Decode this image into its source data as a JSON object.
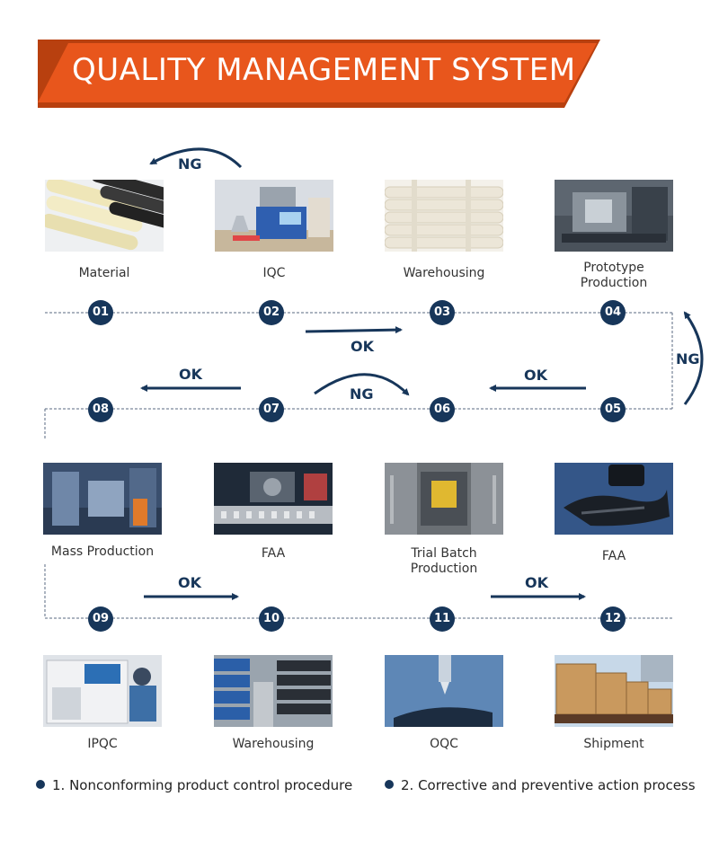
{
  "banner": {
    "title": "QUALITY MANAGEMENT SYSTEM",
    "color": "#e8561c",
    "shadow": "#b8400f"
  },
  "colors": {
    "navy": "#17365a",
    "dashed_line": "#5a6a80"
  },
  "steps": [
    {
      "number": "01",
      "caption": "Material",
      "photo": "material-photo"
    },
    {
      "number": "02",
      "caption": "IQC",
      "photo": "iqc-photo"
    },
    {
      "number": "03",
      "caption": "Warehousing",
      "photo": "warehousing-photo"
    },
    {
      "number": "04",
      "caption": "Prototype Production",
      "caption_lines": [
        "Prototype",
        "Production"
      ],
      "photo": "prototype-production-photo"
    },
    {
      "number": "05",
      "caption": "FAA",
      "photo": "faa-photo"
    },
    {
      "number": "06",
      "caption": "Trial Batch Production",
      "caption_lines": [
        "Trial Batch",
        "Production"
      ],
      "photo": "trial-batch-photo"
    },
    {
      "number": "07",
      "caption": "FAA",
      "photo": "faa-photo"
    },
    {
      "number": "08",
      "caption": "Mass Production",
      "photo": "mass-production-photo"
    },
    {
      "number": "09",
      "caption": "IPQC",
      "photo": "ipqc-photo"
    },
    {
      "number": "10",
      "caption": "Warehousing",
      "photo": "warehousing-photo"
    },
    {
      "number": "11",
      "caption": "OQC",
      "photo": "oqc-photo"
    },
    {
      "number": "12",
      "caption": "Shipment",
      "photo": "shipment-photo"
    }
  ],
  "flow_labels": {
    "ng_top": "NG",
    "ok_02_03": "OK",
    "ng_right": "NG",
    "ok_05_06": "OK",
    "ng_07_06": "NG",
    "ok_07_08": "OK",
    "ok_09_10": "OK",
    "ok_11_12": "OK"
  },
  "footnotes": [
    "1. Nonconforming product control procedure",
    "2. Corrective and preventive action process"
  ]
}
